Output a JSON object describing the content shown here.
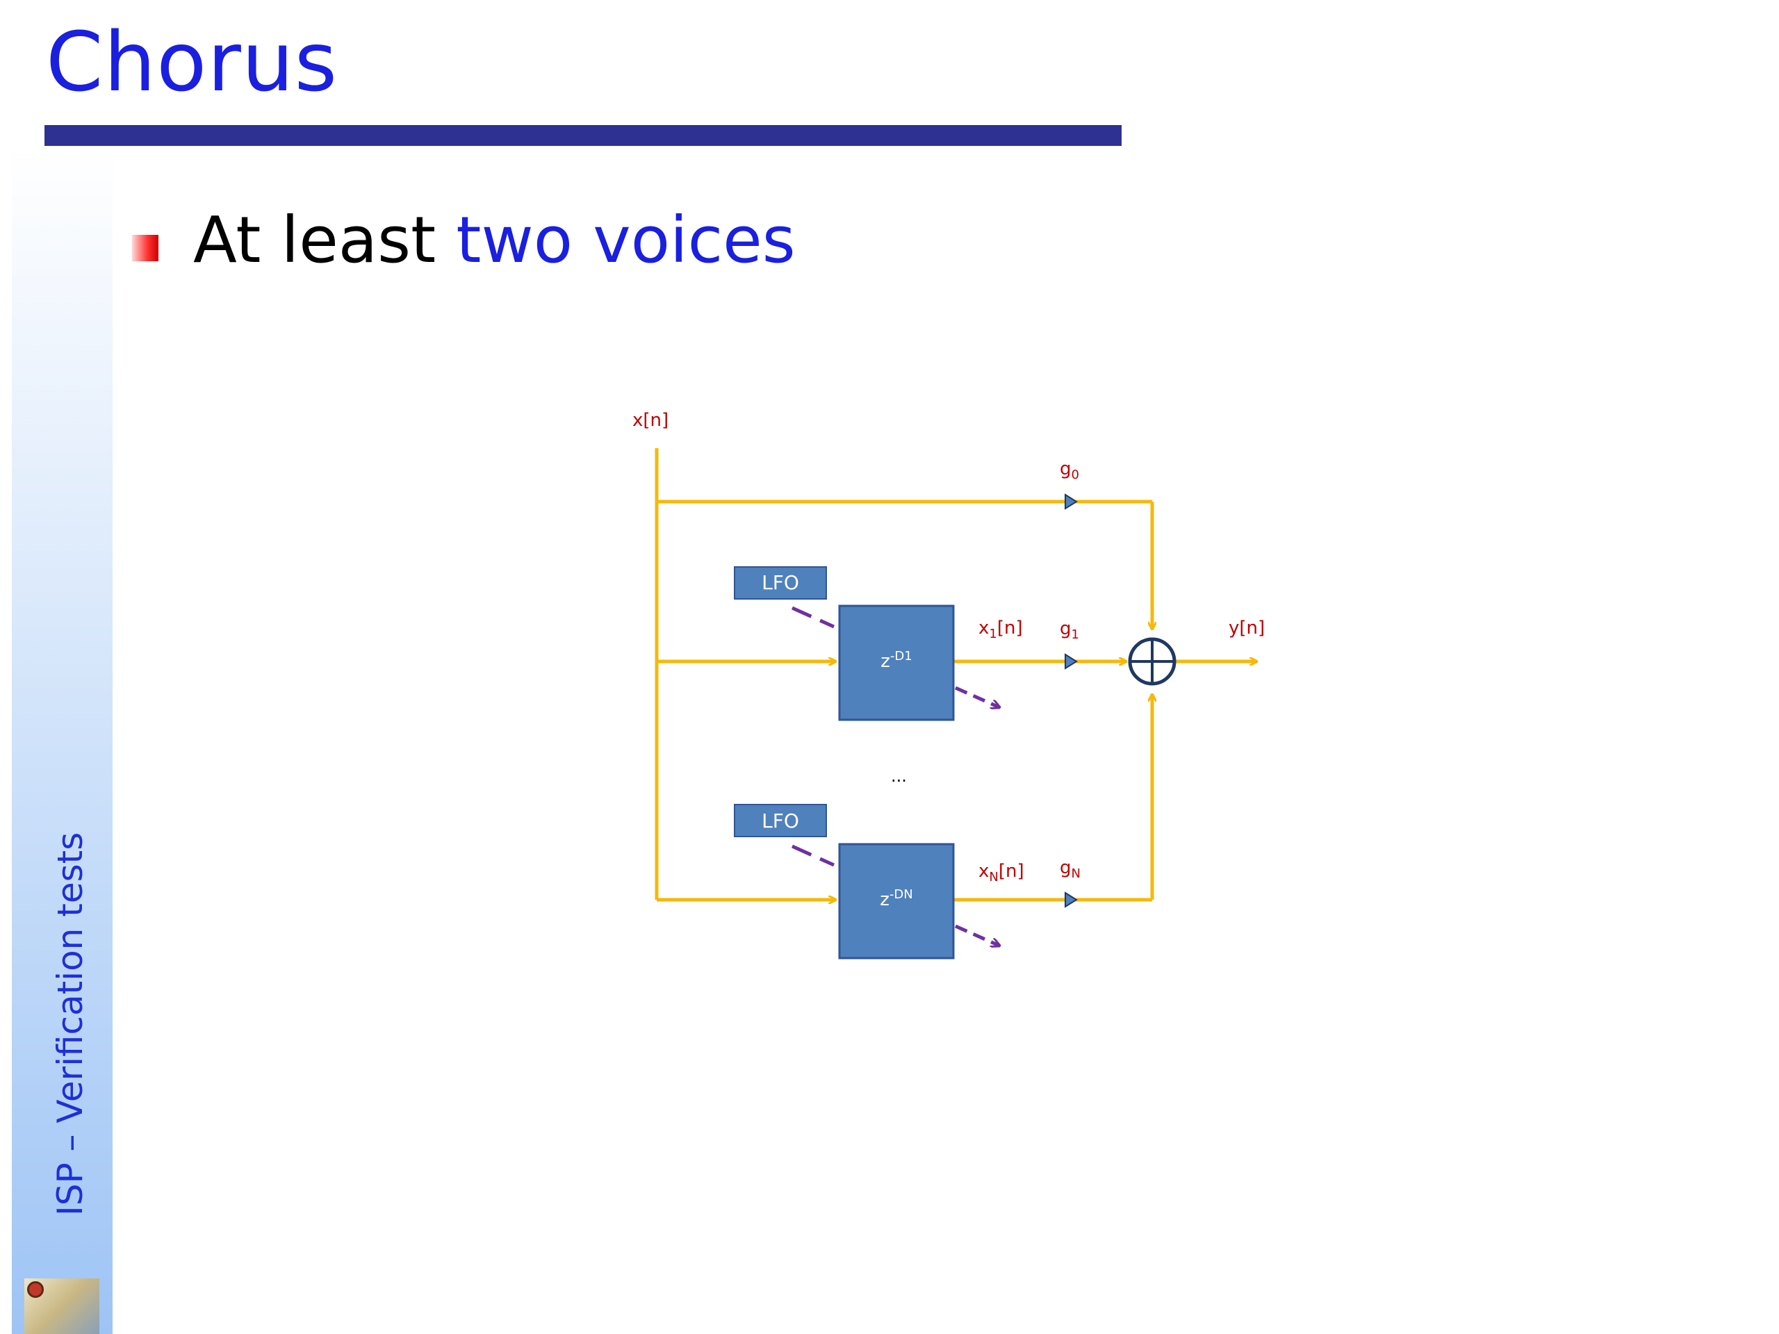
{
  "slide": {
    "title": "Chorus",
    "bullet_prefix": "At least ",
    "bullet_highlight": "two voices",
    "footer_vertical": "ISP – Verification tests",
    "logo_icon": "institution-logo"
  },
  "diagram": {
    "input_label": "x[n]",
    "output_label": "y[n]",
    "lfo_labels": [
      "LFO",
      "LFO"
    ],
    "delay_blocks": [
      {
        "base": "z",
        "exp": "-D1"
      },
      {
        "base": "z",
        "exp": "-DN"
      }
    ],
    "voice_outputs": [
      {
        "base": "x",
        "sub": "1",
        "suffix": "[n]"
      },
      {
        "base": "x",
        "sub": "N",
        "suffix": "[n]"
      }
    ],
    "gains": [
      {
        "base": "g",
        "sub": "0"
      },
      {
        "base": "g",
        "sub": "1"
      },
      {
        "base": "g",
        "sub": "N"
      }
    ],
    "ellipsis": "...",
    "colors": {
      "signal": "#f5b90a",
      "block": "#4f81bd",
      "modulation": "#7030a0",
      "label": "#c00000",
      "adder": "#1f3864"
    }
  }
}
